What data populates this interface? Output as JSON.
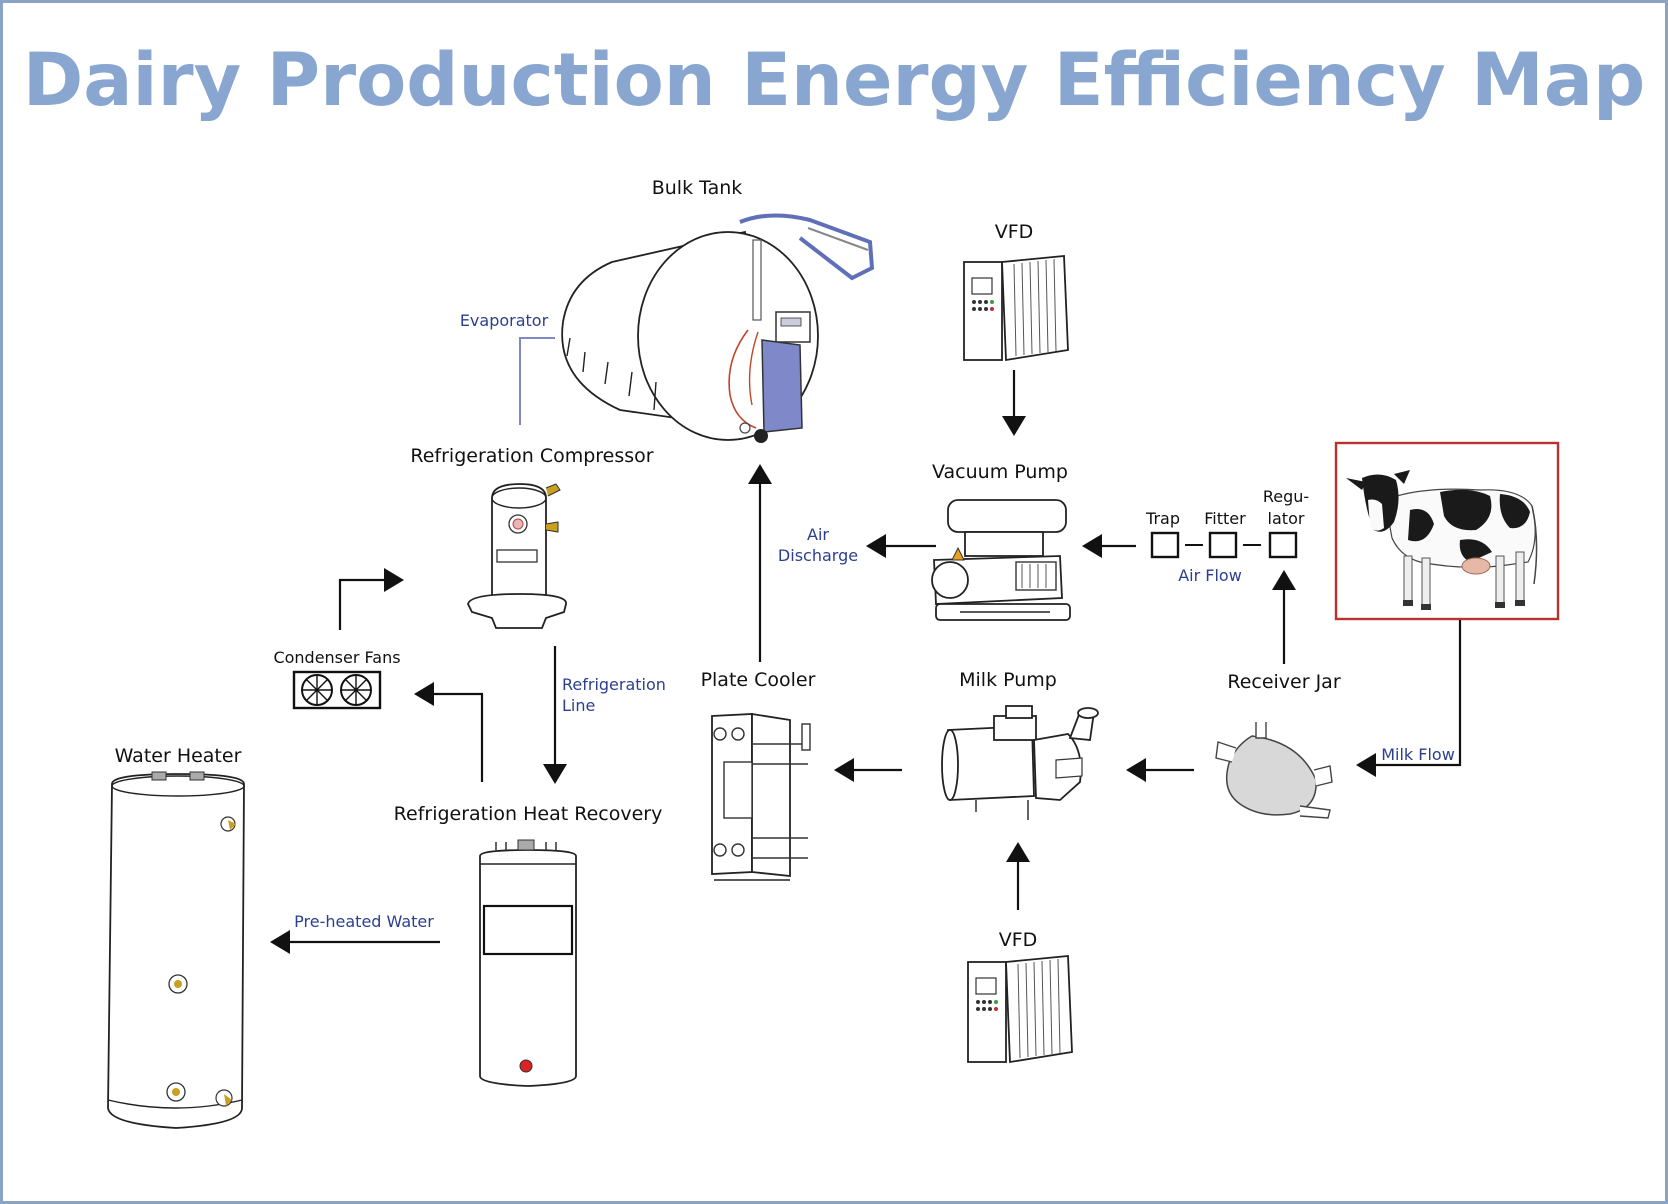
{
  "title": "Dairy Production Energy Efficiency Map",
  "colors": {
    "title": "#88a6cf",
    "note": "#2b3f8f",
    "border": "#8ba4c6",
    "cow_frame": "#b8322f",
    "accent_blue": "#7f88c9"
  },
  "labels": {
    "bulk_tank": "Bulk Tank",
    "vfd_top": "VFD",
    "evaporator": "Evaporator",
    "refrigeration_compressor": "Refrigeration Compressor",
    "vacuum_pump": "Vacuum Pump",
    "trap": "Trap",
    "fitter": "Fitter",
    "regulator_line1": "Regu-",
    "regulator_line2": "lator",
    "air_flow": "Air Flow",
    "air_discharge_line1": "Air",
    "air_discharge_line2": "Discharge",
    "condenser_fans": "Condenser Fans",
    "refrigeration_line_line1": "Refrigeration",
    "refrigeration_line_line2": "Line",
    "plate_cooler": "Plate Cooler",
    "milk_pump": "Milk Pump",
    "receiver_jar": "Receiver Jar",
    "milk_flow": "Milk Flow",
    "water_heater": "Water Heater",
    "refrigeration_heat_recovery": "Refrigeration Heat Recovery",
    "preheated_water": "Pre-heated Water",
    "vfd_bottom": "VFD"
  },
  "icons": [
    "bulk-tank-icon",
    "vfd-icon",
    "vacuum-pump-icon",
    "compressor-icon",
    "condenser-fans-icon",
    "plate-cooler-icon",
    "milk-pump-icon",
    "receiver-jar-icon",
    "cow-image",
    "water-heater-icon",
    "heat-recovery-tank-icon"
  ]
}
